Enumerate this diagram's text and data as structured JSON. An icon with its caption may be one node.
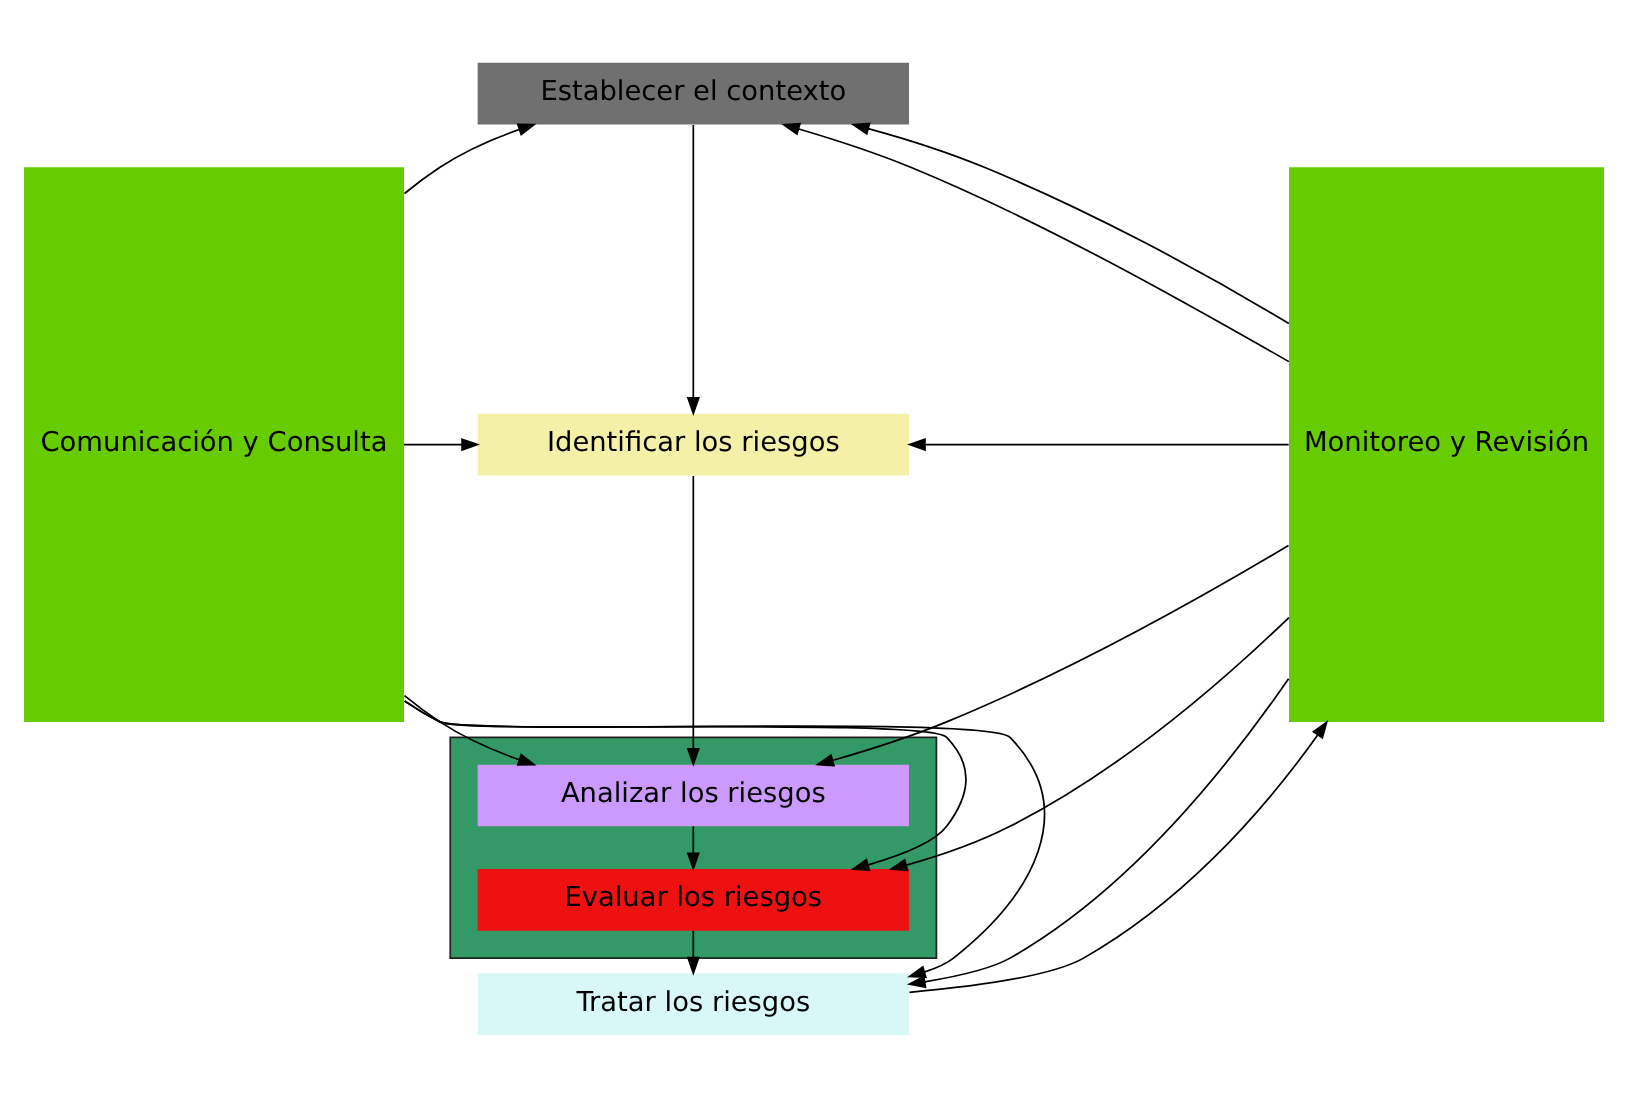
{
  "diagram": {
    "nodes": [
      {
        "text": [
          "Comunicación y Consulta"
        ]
      },
      {
        "text": [
          "Establecer el contexto"
        ]
      },
      {
        "text": [
          "Identificar los riesgos"
        ]
      },
      {
        "text": [],
        "shape": "box"
      },
      {
        "text": [
          "Analizar los riesgos"
        ],
        "in": 3
      },
      {
        "text": [
          "Evaluar los riesgos"
        ],
        "in": 3
      },
      {
        "text": [
          "Tratar los riesgos"
        ]
      },
      {
        "text": [
          "Monitoreo y Revisión"
        ]
      }
    ],
    "edges": [
      {
        "from": 1,
        "to": 2,
        "arrow": "to"
      },
      {
        "from": 2,
        "to": 4,
        "arrow": "to"
      },
      {
        "from": 4,
        "to": 5,
        "arrow": "to"
      },
      {
        "from": 5,
        "to": 6,
        "arrow": "to"
      },
      {
        "from": 0,
        "to": 1,
        "arrow": "to"
      },
      {
        "from": 0,
        "to": 2,
        "arrow": "to"
      },
      {
        "from": 0,
        "to": 4,
        "arrow": "to"
      },
      {
        "from": 0,
        "to": 5,
        "arrow": "to"
      },
      {
        "from": 0,
        "to": 6,
        "arrow": "to"
      },
      {
        "from": 7,
        "to": 1,
        "arrow": "to"
      },
      {
        "from": 7,
        "to": 2,
        "arrow": "to"
      },
      {
        "from": 7,
        "to": 4,
        "arrow": "to"
      },
      {
        "from": 7,
        "to": 5,
        "arrow": "to"
      },
      {
        "from": 7,
        "to": 6,
        "arrow": "to"
      },
      {
        "from": 7,
        "to": 1,
        "arrow": "to"
      },
      {
        "from": 6,
        "to": 7,
        "arrow": "to"
      }
    ]
  }
}
